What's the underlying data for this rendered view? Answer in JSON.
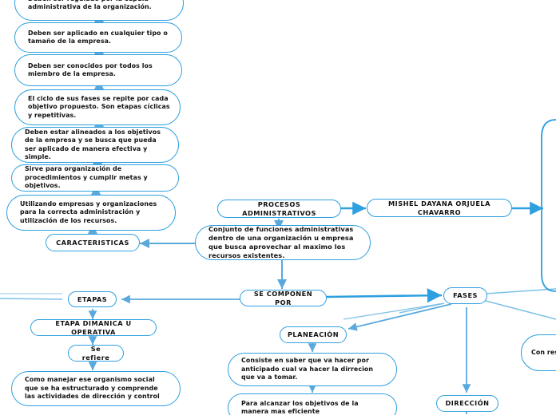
{
  "diagram": {
    "title": "PROCESOS ADMINISTRATIVOS",
    "author": "MISHEL DAYANA ORJUELA CHAVARRO",
    "accent_color": "#2e9fdf",
    "line_color": "#66b3e0",
    "text_color": "#111111",
    "background_color": "#ffffff"
  },
  "nodes": {
    "central_topic": "PROCESOS ADMINISTRATIVOS",
    "author_node": "MISHEL DAYANA ORJUELA CHAVARRO",
    "definition": "Conjunto de funciones administrativas dentro de una organización u empresa que busca aprovechar al maximo los recursos existentes.",
    "caracteristicas": "CARACTERISTICAS",
    "car_1": "Deben ser regulado por la cúpula administrativa de la organización.",
    "car_2": "Deben ser aplicado en cualquier tipo o tamaño de la empresa.",
    "car_3": "Deben ser conocidos por todos los miembro de la empresa.",
    "car_4": "El ciclo de sus fases se repite por cada objetivo propuesto. Son etapas cíclicas y repetitivas.",
    "car_5": "Deben estar alineados a los objetivos de la empresa y se busca que pueda ser aplicado de manera efectiva y simple.",
    "car_6": "Sirve para organización de procedimientos y cumplir metas y objetivos.",
    "car_7": "Utilizando empresas y organizaciones para la correcta administración y utilización de los recursos.",
    "se_componen_por": "SE COMPONEN POR",
    "etapas": "ETAPAS",
    "etapa_dinamica": "ETAPA DIMANICA U OPERATIVA",
    "se_refiere": "Se refiere",
    "etapa_desc": "Como manejar ese organismo social que se ha estructurado y comprende las actividades de dirección y control",
    "fases": "FASES",
    "planeacion": "PLANEACIÓN",
    "planeacion_desc": "Consiste en saber que va hacer por anticipado cual va hacer la dirrecion que va a tomar.",
    "planeacion_desc2": "Para alcanzar los objetivos de la manera mas eficiente",
    "direccion": "DIRECCIÓN",
    "clipped_right": "Con res gru em"
  }
}
